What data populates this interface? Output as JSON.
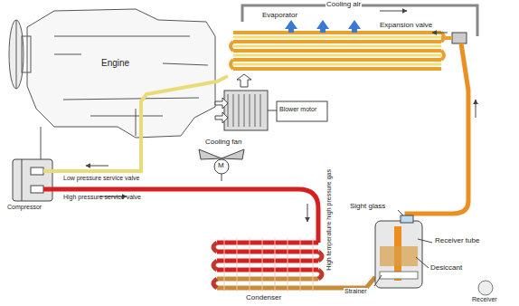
{
  "diagram": {
    "labels": [
      "Cooling air",
      "Evaporator",
      "Expansion valve",
      "Engine",
      "Blower motor",
      "Low pressure service valve",
      "High pressure service valve",
      "Compressor",
      "Cooling fan",
      "M",
      "High temperature high pressure gas",
      "Sight glass",
      "Receiver tube",
      "Condenser",
      "Desiccant",
      "Strainer",
      "Receiver"
    ]
  }
}
